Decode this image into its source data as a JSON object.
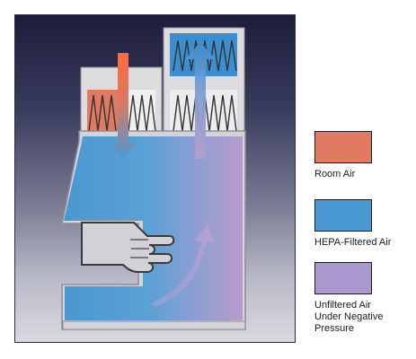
{
  "legend": {
    "items": [
      {
        "label": "Room Air",
        "color": "#e07a63"
      },
      {
        "label": "HEPA-Filtered Air",
        "color": "#4a98d1"
      },
      {
        "label": "Unfiltered Air\nUnder Negative\nPressure",
        "color": "#a999cf"
      }
    ]
  },
  "diagram": {
    "equipment": "biological safety cabinet airflow",
    "colors": {
      "room_air": "#e07a63",
      "hepa_filtered_air": "#4a98d1",
      "unfiltered_air": "#a999cf",
      "filter_frame": "#dadada",
      "housing": "#d4d3d8"
    },
    "icons": [
      "downward-room-air-arrow-icon",
      "upward-exhaust-arrow-icon",
      "downward-hepa-air-arrow-icon",
      "curved-airflow-arrow-icon",
      "hand-icon"
    ]
  }
}
